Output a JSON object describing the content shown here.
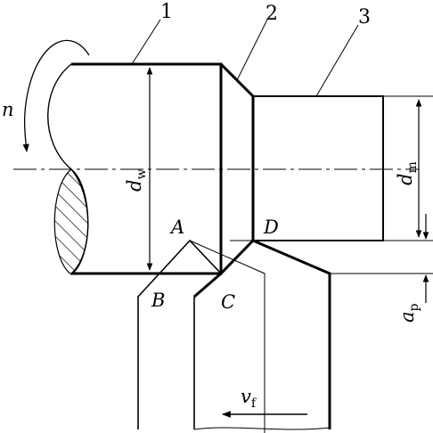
{
  "labels": {
    "part1": "1",
    "part2": "2",
    "part3": "3",
    "n": "n",
    "dw_main": "d",
    "dw_sub": "w",
    "dm_main": "d",
    "dm_sub": "m",
    "ap_main": "a",
    "ap_sub": "p",
    "vf_main": "v",
    "vf_sub": "f",
    "A": "A",
    "B": "B",
    "C": "C",
    "D": "D"
  }
}
